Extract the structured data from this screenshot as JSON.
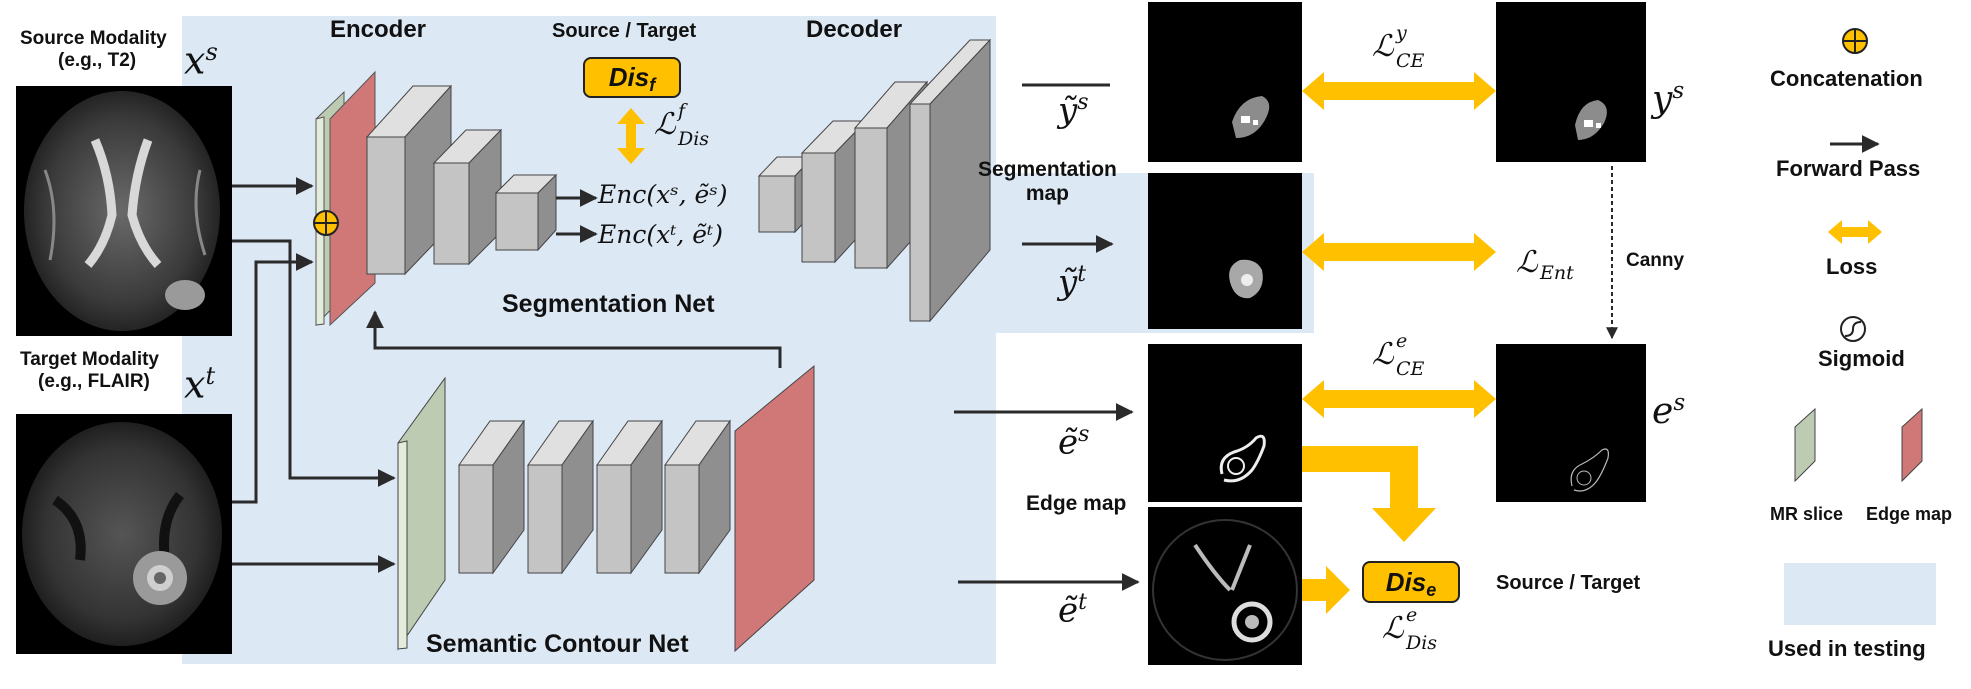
{
  "labels": {
    "encoder": "Encoder",
    "decoder": "Decoder",
    "source_target_top": "Source / Target",
    "source_target_bottom": "Source / Target",
    "segmentation_net": "Segmentation Net",
    "semantic_contour_net": "Semantic Contour Net",
    "source_modality_line1": "Source Modality",
    "source_modality_line2": "(e.g., T2)",
    "target_modality_line1": "Target Modality",
    "target_modality_line2": "(e.g., FLAIR)",
    "segmentation_map_line1": "Segmentation",
    "segmentation_map_line2": "map",
    "edge_map_mid": "Edge map",
    "canny": "Canny",
    "dis_f_base": "Dis",
    "dis_f_sub": "f",
    "dis_e_base": "Dis",
    "dis_e_sub": "e"
  },
  "math": {
    "xs_base": "x",
    "xs_sup": "s",
    "xt_base": "x",
    "xt_sup": "t",
    "enc_source": "Enc(xˢ, ẽˢ)",
    "enc_target": "Enc(xᵗ, ẽᵗ)",
    "ys_tilde": "ỹ",
    "ys_tilde_sup": "s",
    "yt_tilde": "ỹ",
    "yt_tilde_sup": "t",
    "es_tilde": "ẽ",
    "es_tilde_sup": "s",
    "et_tilde": "ẽ",
    "et_tilde_sup": "t",
    "ys": "y",
    "ys_sup": "s",
    "es": "e",
    "es_sup": "s",
    "loss_ce_y": "ℒ",
    "loss_ce_y_sub": "CE",
    "loss_ce_y_sup": "y",
    "loss_ent": "ℒ",
    "loss_ent_sub": "Ent",
    "loss_ce_e": "ℒ",
    "loss_ce_e_sub": "CE",
    "loss_ce_e_sup": "e",
    "loss_dis_f": "ℒ",
    "loss_dis_f_sub": "Dis",
    "loss_dis_f_sup": "f",
    "loss_dis_e": "ℒ",
    "loss_dis_e_sub": "Dis",
    "loss_dis_e_sup": "e"
  },
  "legend": {
    "concatenation": "Concatenation",
    "forward_pass": "Forward Pass",
    "loss": "Loss",
    "sigmoid": "Sigmoid",
    "mr_slice": "MR slice",
    "edge_map": "Edge map",
    "used_in_testing": "Used in testing"
  },
  "colors": {
    "testing_bg": "#dde8f5",
    "edge_layer": "#d07878",
    "mr_layer": "#bccbb2",
    "block_front": "#c4c4c4",
    "block_side": "#8f8f8f",
    "block_top": "#e0e0e0",
    "loss_arrow": "#ffc000",
    "arrow": "#2a2a2a"
  }
}
